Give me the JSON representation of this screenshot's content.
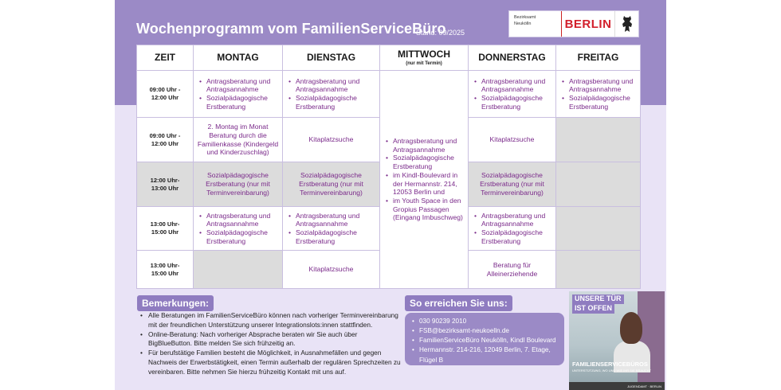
{
  "header": {
    "title": "Wochenprogramm vom FamilienServiceBüro",
    "stand": "Stand: 09/2025",
    "logo_small_1": "Bezirksamt",
    "logo_small_2": "Neukölln",
    "logo_text": "BERLIN"
  },
  "table": {
    "headers": {
      "zeit": "ZEIT",
      "montag": "MONTAG",
      "dienstag": "DIENSTAG",
      "mittwoch": "MITTWOCH",
      "mittwoch_sub": "(nur mit Termin)",
      "donnerstag": "DONNERSTAG",
      "freitag": "FREITAG"
    },
    "rows": [
      {
        "time1": "09:00 Uhr -",
        "time2": "12:00 Uhr",
        "montag": [
          "Antragsberatung und Antragsannahme",
          "Sozialpädagogische Erstberatung"
        ],
        "dienstag": [
          "Antragsberatung und Antragsannahme",
          "Sozialpädagogische Erstberatung"
        ],
        "donnerstag": [
          "Antragsberatung und Antragsannahme",
          "Sozialpädagogische Erstberatung"
        ],
        "freitag": [
          "Antragsberatung und Antragsannahme",
          "Sozialpädagogische Erstberatung"
        ]
      },
      {
        "time1": "09:00 Uhr -",
        "time2": "12:00 Uhr",
        "montag": "2. Montag im Monat Beratung durch die Familienkasse (Kindergeld und Kinderzuschlag)",
        "dienstag": "Kitaplatzsuche",
        "donnerstag": "Kitaplatzsuche"
      },
      {
        "time1": "12:00 Uhr-",
        "time2": "13:00 Uhr",
        "montag": "Sozialpädagogische Erstberatung (nur mit Terminvereinbarung)",
        "dienstag": "Sozialpädagogische Erstberatung (nur mit Terminvereinbarung)",
        "donnerstag": "Sozialpädagogische Erstberatung (nur mit Terminvereinbarung)"
      },
      {
        "time1": "13:00 Uhr-",
        "time2": "15:00 Uhr",
        "montag": [
          "Antragsberatung und Antragsannahme",
          "Sozialpädagogische Erstberatung"
        ],
        "dienstag": [
          "Antragsberatung und Antragsannahme",
          "Sozialpädagogische Erstberatung"
        ],
        "donnerstag": [
          "Antragsberatung und Antragsannahme",
          "Sozialpädagogische Erstberatung"
        ]
      },
      {
        "time1": "13:00 Uhr-",
        "time2": "15:00 Uhr",
        "dienstag": "Kitaplatzsuche",
        "donnerstag": "Beratung für Alleinerziehende"
      }
    ],
    "mittwoch_items": [
      "Antragsberatung und Antragsannahme",
      "Sozialpädagogische Erstberatung",
      "im Kindl-Boulevard in der Hermannstr. 214, 12053 Berlin und",
      "im Youth Space in den Gropius Passagen (Eingang Imbuschweg)"
    ]
  },
  "remarks": {
    "title": "Bemerkungen:",
    "items": [
      "Alle Beratungen im FamilienServiceBüro können nach vorheriger Terminvereinbarung mit der freundlichen Unterstützung unserer Integrationslots:innen stattfinden.",
      "Online-Beratung: Nach vorheriger Absprache beraten wir Sie auch über BigBlueButton. Bitte melden Sie sich frühzeitig an.",
      "Für berufstätige Familien besteht die Möglichkeit, in Ausnahmefällen und gegen Nachweis der Erwerbstätigkeit, einen Termin außerhalb der regulären Sprechzeiten zu vereinbaren. Bitte nehmen Sie hierzu frühzeitig Kontakt mit uns auf."
    ]
  },
  "contact": {
    "title": "So erreichen Sie uns:",
    "items": [
      "030 90239 2010",
      "FSB@bezirksamt-neukoelln.de",
      "FamilienServiceBüro Neukölln, Kindl Boulevard",
      "Hermannstr. 214-216, 12049 Berlin, 7. Etage, Flügel B"
    ]
  },
  "poster": {
    "line1": "UNSERE TÜR",
    "line2": "IST OFFEN",
    "brand": "FAMILIENSERVICEBÜROS",
    "brand_sub": "UNTERSTÜTZUNG, WO UND WIE IHR SIE BRAUCHT",
    "footer": "JUGENDAMT · BERLIN"
  }
}
